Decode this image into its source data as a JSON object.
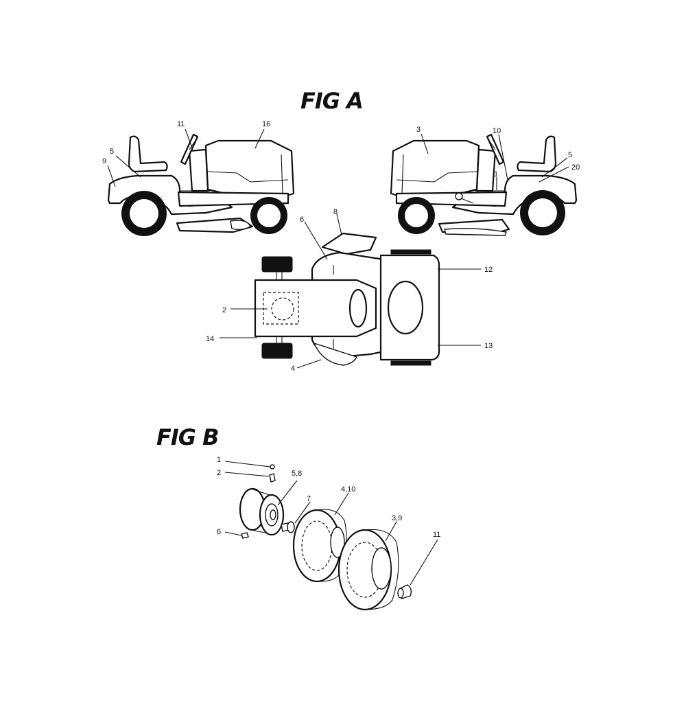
{
  "fig_a": {
    "title": "FIG A",
    "callouts": [
      "11",
      "16",
      "5",
      "9",
      "3",
      "10",
      "5",
      "20",
      "1",
      "6",
      "8",
      "12",
      "2",
      "14",
      "13",
      "4"
    ]
  },
  "fig_b": {
    "title": "FIG B",
    "callouts": [
      "1",
      "2",
      "5,8",
      "7",
      "4,10",
      "3,9",
      "6",
      "11"
    ]
  }
}
